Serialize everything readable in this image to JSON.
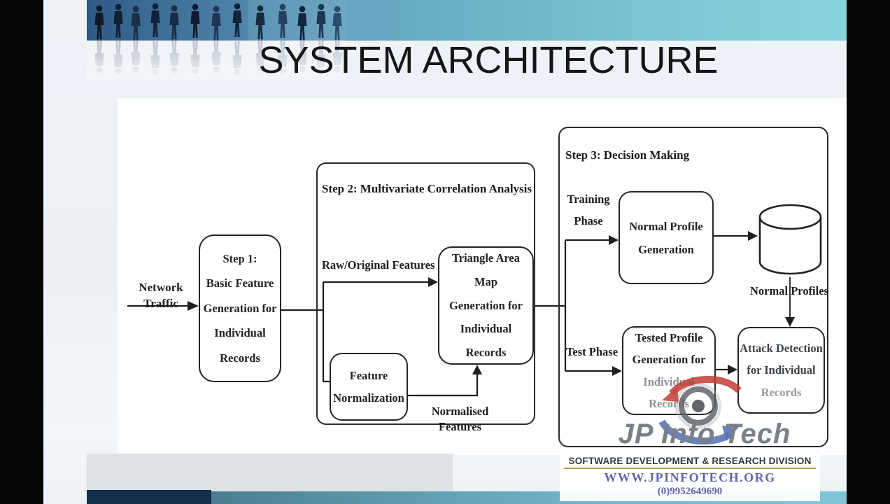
{
  "slide": {
    "title": "SYSTEM ARCHITECTURE"
  },
  "diagram": {
    "input_label": "Network Traffic",
    "step1": {
      "box": "Step 1:\nBasic Feature\nGeneration for\nIndividual\nRecords"
    },
    "step2": {
      "title": "Step 2: Multivariate Correlation Analysis",
      "raw_features_label": "Raw/Original Features",
      "triangle_map_box": "Triangle Area Map\nGeneration for\nIndividual Records",
      "feature_normalization_box": "Feature\nNormalization",
      "normalised_features_label": "Normalised Features"
    },
    "step3": {
      "title": "Step 3: Decision Making",
      "training_phase_label": "Training\nPhase",
      "test_phase_label": "Test Phase",
      "normal_profile_box": "Normal Profile\nGeneration",
      "normal_profiles_label": "Normal Profiles",
      "tested_profile_box_line1": "Tested Profile\nGeneration for",
      "tested_profile_box_line2": "Individual Records",
      "attack_detection_box_line1": "Attack Detection\nfor Individual",
      "attack_detection_box_line2": "Records"
    }
  },
  "watermark": {
    "brand": "JP Info Tech"
  },
  "footer": {
    "division": "SOFTWARE DEVELOPMENT & RESEARCH DIVISION",
    "website": "WWW.JPINFOTECH.ORG",
    "phone": "(0)9952649690"
  },
  "colors": {
    "banner_teal": "#8ad4de",
    "banner_steel_blue": "#2e5a85",
    "footer_link": "#6066a8",
    "division_underline": "#b0a04a",
    "watermark_red": "#c0392f",
    "watermark_blue": "#4a69b0",
    "bottom_band_dark": "#142f4a",
    "bottom_band_teal": "#74b9ce"
  }
}
